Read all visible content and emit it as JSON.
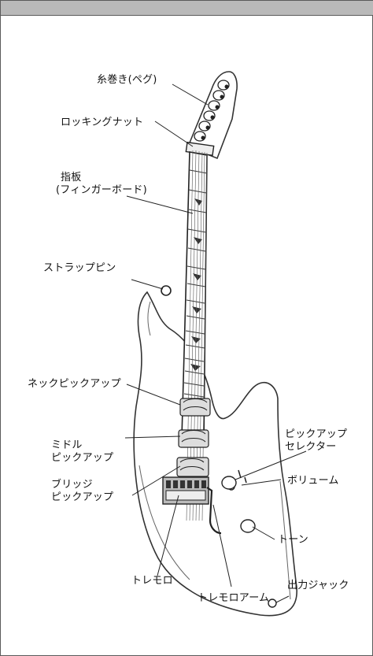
{
  "labels": {
    "pegs": "糸巻き(ペグ)",
    "locking_nut": "ロッキングナット",
    "fingerboard_line1": "指板",
    "fingerboard_line2": "(フィンガーボード)",
    "strap_pin": "ストラップピン",
    "neck_pickup": "ネックピックアップ",
    "middle_pickup_line1": "ミドル",
    "middle_pickup_line2": "ピックアップ",
    "bridge_pickup_line1": "ブリッジ",
    "bridge_pickup_line2": "ピックアップ",
    "pickup_selector_line1": "ピックアップ",
    "pickup_selector_line2": "セレクター",
    "volume": "ボリューム",
    "tone": "トーン",
    "output_jack": "出力ジャック",
    "tremolo": "トレモロ",
    "tremolo_arm": "トレモロアーム"
  }
}
